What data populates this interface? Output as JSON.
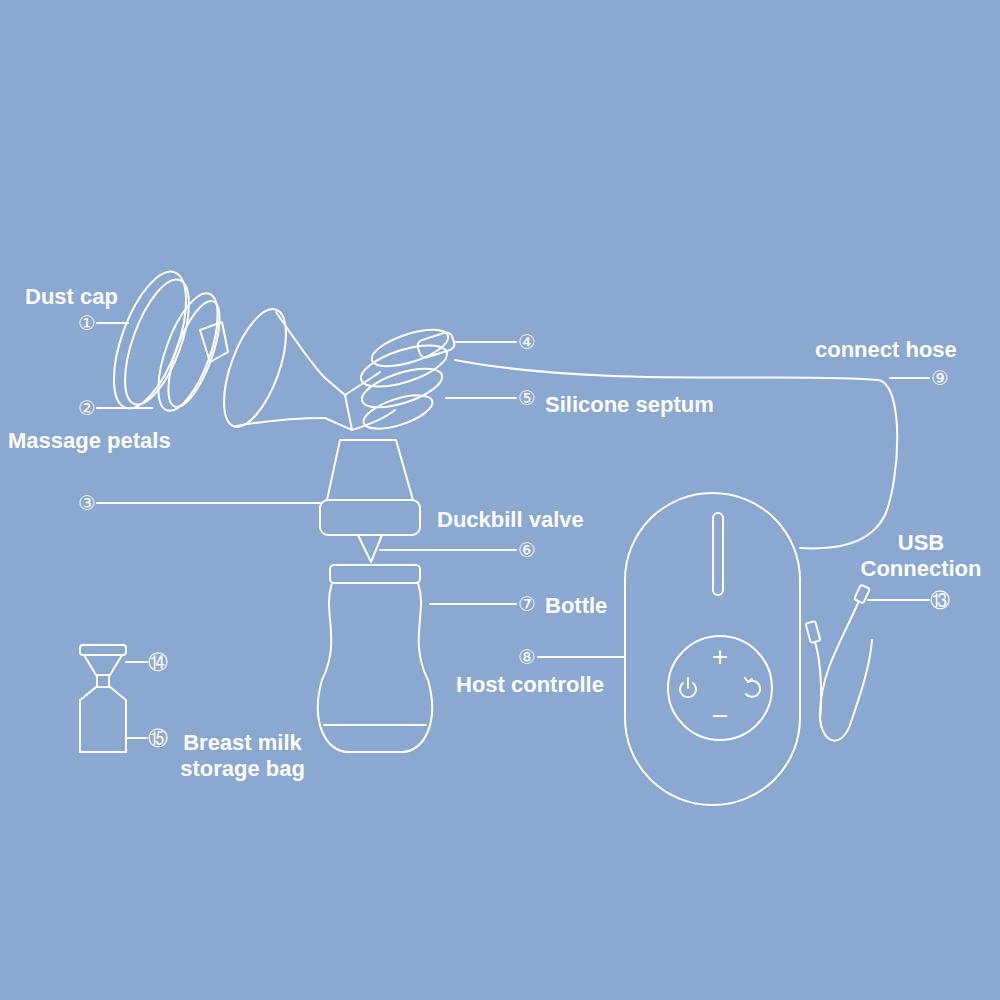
{
  "diagram": {
    "labels": [
      "Dust cap",
      "①",
      "②",
      "Massage petals",
      "④",
      "connect hose",
      "⑨",
      "⑤",
      "Silicone septum",
      "③",
      "Duckbill valve",
      "⑥",
      "USB Connection",
      "⑦",
      "Bottle",
      "⑧",
      "Host controlle",
      "⑬",
      "⑭",
      "⑮",
      "Breast milk storage bag",
      "+",
      "−"
    ]
  }
}
